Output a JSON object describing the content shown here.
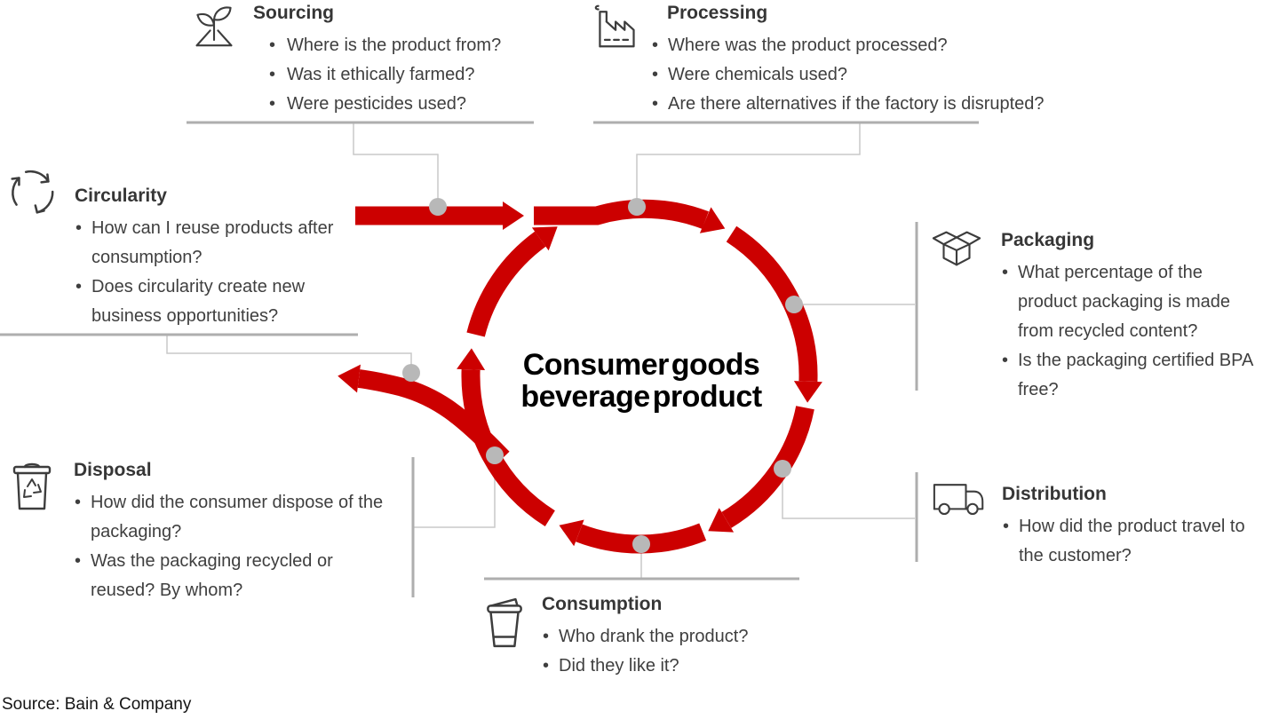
{
  "colors": {
    "accent_red": "#cc0000",
    "dot_gray": "#b8b8b8",
    "rule_gray": "#aeaeae",
    "connector_gray": "#c9c9c9",
    "text_dark": "#3d3d3d"
  },
  "center": {
    "title_line1": "Consumer goods",
    "title_line2": "beverage product"
  },
  "footer": {
    "source": "Source: Bain & Company"
  },
  "stages": {
    "sourcing": {
      "title": "Sourcing",
      "icon": "seedling-icon",
      "bullets": [
        "Where is the product from?",
        "Was it ethically farmed?",
        "Were pesticides used?"
      ]
    },
    "processing": {
      "title": "Processing",
      "icon": "factory-icon",
      "bullets": [
        "Where was the product processed?",
        "Were chemicals used?",
        "Are there alternatives if the factory is disrupted?"
      ]
    },
    "packaging": {
      "title": "Packaging",
      "icon": "open-box-icon",
      "bullets": [
        "What percentage of the product packaging is made from recycled content?",
        "Is the packaging certified BPA free?"
      ]
    },
    "distribution": {
      "title": "Distribution",
      "icon": "truck-icon",
      "bullets": [
        "How did the product travel to the customer?"
      ]
    },
    "consumption": {
      "title": "Consumption",
      "icon": "cup-icon",
      "bullets": [
        "Who drank the product?",
        "Did they like it?"
      ]
    },
    "disposal": {
      "title": "Disposal",
      "icon": "trash-bin-icon",
      "bullets": [
        "How did the consumer dispose of the packaging?",
        "Was the packaging recycled or reused? By whom?"
      ]
    },
    "circularity": {
      "title": "Circularity",
      "icon": "recycle-icon",
      "bullets": [
        "How can I reuse products after consumption?",
        "Does circularity create new business opportunities?"
      ]
    }
  }
}
